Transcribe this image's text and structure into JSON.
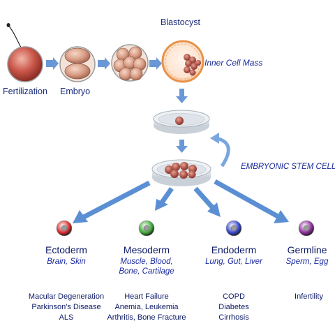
{
  "stages": {
    "fertilization": "Fertilization",
    "embryo": "Embryo",
    "blastocyst": "Blastocyst",
    "inner_cell_mass": "Inner Cell Mass",
    "embryonic_stem_cells": "EMBRYONIC STEM CELLS"
  },
  "lineages": [
    {
      "name": "Ectoderm",
      "tissues": "Brain, Skin",
      "diseases": [
        "Macular Degeneration",
        "Parkinson's Disease",
        "ALS"
      ],
      "color": "#d8262a"
    },
    {
      "name": "Mesoderm",
      "tissues_lines": [
        "Muscle, Blood,",
        "Bone, Cartilage"
      ],
      "diseases": [
        "Heart Failure",
        "Anemia, Leukemia",
        "Arthritis, Bone Fracture"
      ],
      "color": "#3aa534"
    },
    {
      "name": "Endoderm",
      "tissues": "Lung, Gut, Liver",
      "diseases": [
        "COPD",
        "Diabetes",
        "Cirrhosis"
      ],
      "color": "#3344cc"
    },
    {
      "name": "Germline",
      "tissues": "Sperm, Egg",
      "diseases": [
        "Infertility"
      ],
      "color": "#8a2a9a"
    }
  ],
  "colors": {
    "arrow": "#5b8fd4",
    "text": "#0d1a66",
    "accent_text": "#1a2aa0"
  }
}
